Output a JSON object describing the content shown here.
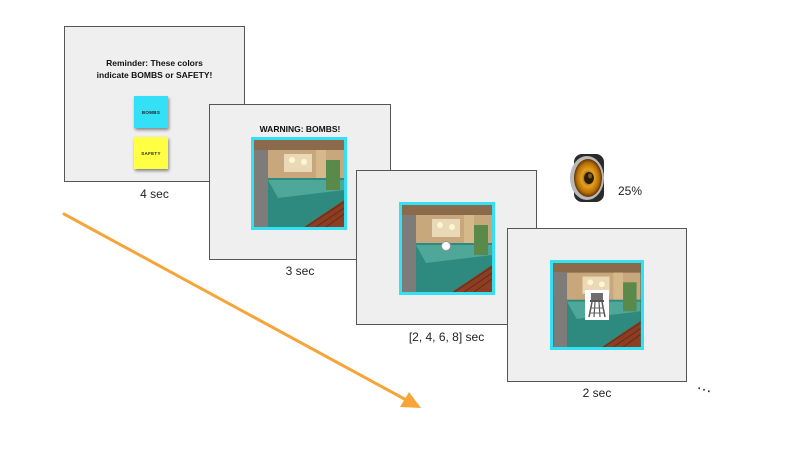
{
  "slides": {
    "reminder": {
      "text_line1": "Reminder: These colors",
      "text_line2": "indicate BOMBS or SAFETY!",
      "bombs_label": "BOMBS",
      "safety_label": "SAFETY",
      "bombs_color": "#33e0f5",
      "safety_color": "#ffff44",
      "duration": "4 sec"
    },
    "warning": {
      "title": "WARNING: BOMBS!",
      "duration": "3 sec"
    },
    "anticipation": {
      "duration": "[2, 4, 6, 8] sec"
    },
    "outcome": {
      "duration": "2 sec"
    }
  },
  "sound": {
    "icon": "speaker-icon",
    "percent": "25%"
  },
  "continuation": "…",
  "colors": {
    "frame_border": "#33e0f5",
    "timeline_arrow": "#f5a53a",
    "slide_background": "#efefef"
  }
}
